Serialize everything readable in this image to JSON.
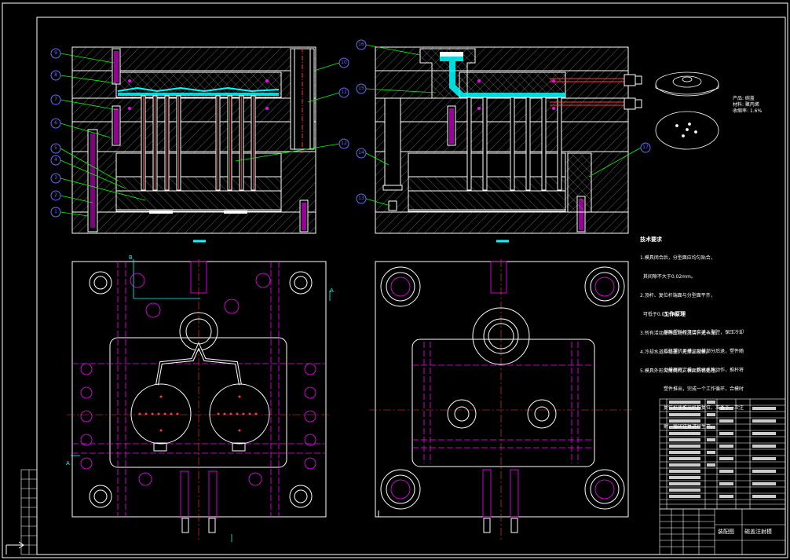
{
  "drawing": {
    "tech_requirements_title": "技术要求",
    "tech_requirements_lines": [
      "1.模具闭合后，分型面应均匀贴合，",
      "  其间隙不大于0.02mm。",
      "2.顶杆、复位杆端面与分型面平齐，",
      "  可低于0.05mm。",
      "3.所有活动部件应动作灵活，无卡滞。",
      "4.冷却水道应畅通，无渗漏现象。",
      "5.模具外形尖角倒钝，表面防锈处理。"
    ],
    "work_principle_title": "工作原理",
    "work_principle_lines": [
      "熔融塑料经浇口套进入型腔，保压冷却",
      "后注塑机开模，动模部分后退，塑件随",
      "动模离开定模，推出机构动作，推杆将",
      "塑件推出，完成一个工作循环，合模时",
      "复位杆使推出机构复位，准备下一次注",
      "射，循环往复进行生产。"
    ],
    "product_label": "产品: 碗盖",
    "material_label": "材料: 聚丙烯",
    "shrink_label": "收缩率: 1.6%",
    "title_block_name": "碗盖注射模",
    "title_block_sub": "装配图",
    "part_numbers": [
      "1",
      "2",
      "3",
      "4",
      "5",
      "6",
      "7",
      "8",
      "9",
      "10",
      "11",
      "12",
      "13",
      "14",
      "15",
      "16",
      "17"
    ],
    "section_mark_left": "A",
    "section_mark_right": "A",
    "section_mark_b": "B"
  }
}
